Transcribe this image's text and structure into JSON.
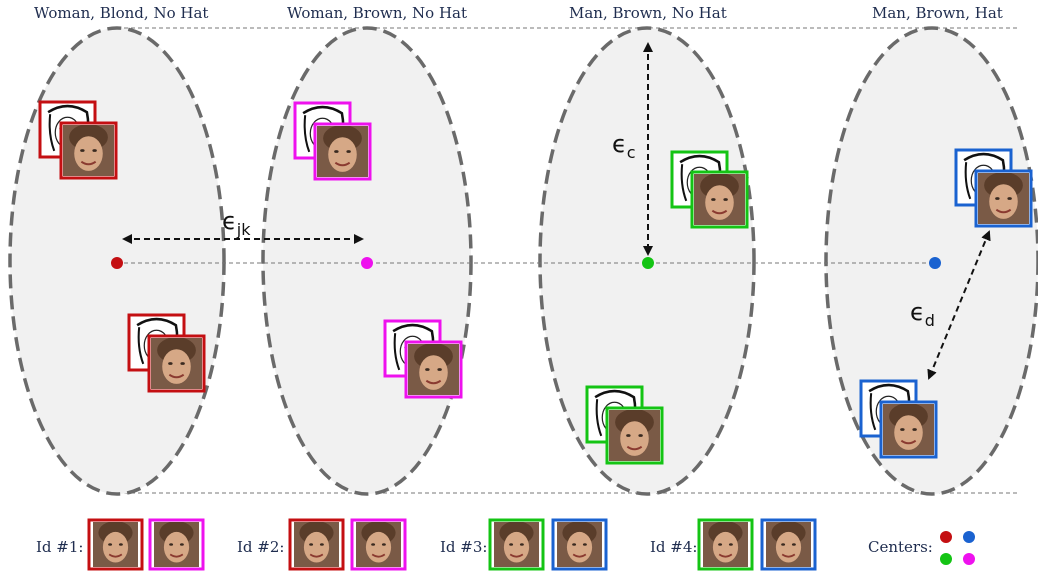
{
  "clusters": [
    {
      "label": "Woman, Blond, No Hat",
      "center_color": "#c40f12"
    },
    {
      "label": "Woman, Brown, No Hat",
      "center_color": "#ee11ee"
    },
    {
      "label": "Man, Brown, No Hat",
      "center_color": "#14c414"
    },
    {
      "label": "Man, Brown, Hat",
      "center_color": "#1a62d0"
    }
  ],
  "distances": {
    "jk": {
      "symbol": "ϵ",
      "sub": "jk"
    },
    "c": {
      "symbol": "ϵ",
      "sub": "c"
    },
    "d": {
      "symbol": "ϵ",
      "sub": "d"
    }
  },
  "legend": {
    "ids": [
      {
        "label": "Id #1:",
        "colors": [
          "#c40f12",
          "#ee11ee"
        ]
      },
      {
        "label": "Id #2:",
        "colors": [
          "#c40f12",
          "#ee11ee"
        ]
      },
      {
        "label": "Id #3:",
        "colors": [
          "#14c414",
          "#1a62d0"
        ]
      },
      {
        "label": "Id #4:",
        "colors": [
          "#14c414",
          "#1a62d0"
        ]
      }
    ],
    "centers_label": "Centers:",
    "center_colors": [
      "#c40f12",
      "#1a62d0",
      "#14c414",
      "#ee11ee"
    ]
  },
  "styles": {
    "ellipse_fill": "#f1f1f1",
    "ellipse_stroke": "#6a6a6a",
    "text_color": "#1f2d4f",
    "face_icon": "face-thumbnail",
    "sketch_icon": "face-sketch"
  }
}
